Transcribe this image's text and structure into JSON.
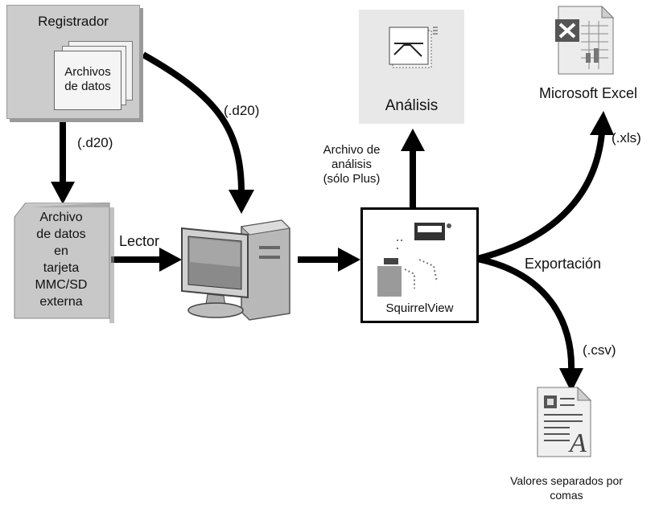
{
  "recorder": {
    "title": "Registrador",
    "files_line1": "Archivos",
    "files_line2": "de datos"
  },
  "edges": {
    "recorder_to_card": "(.d20)",
    "recorder_to_pc": "(.d20)",
    "card_to_pc": "Lector",
    "to_analysis": [
      "Archivo de",
      "análisis",
      "(sólo Plus)"
    ],
    "to_excel": "(.xls)",
    "export": "Exportación",
    "to_csv": "(.csv)"
  },
  "card": {
    "lines": [
      "Archivo",
      "de datos",
      "en",
      "tarjeta",
      "MMC/SD",
      "externa"
    ]
  },
  "software": {
    "name": "SquirrelView"
  },
  "analysis": {
    "label": "Análisis"
  },
  "excel": {
    "label": "Microsoft Excel"
  },
  "csv": {
    "lines": [
      "Valores separados por",
      "comas"
    ]
  },
  "colors": {
    "box_fill": "#cccccc",
    "panel_fill": "#e8e8e8",
    "arrow": "#000000"
  }
}
